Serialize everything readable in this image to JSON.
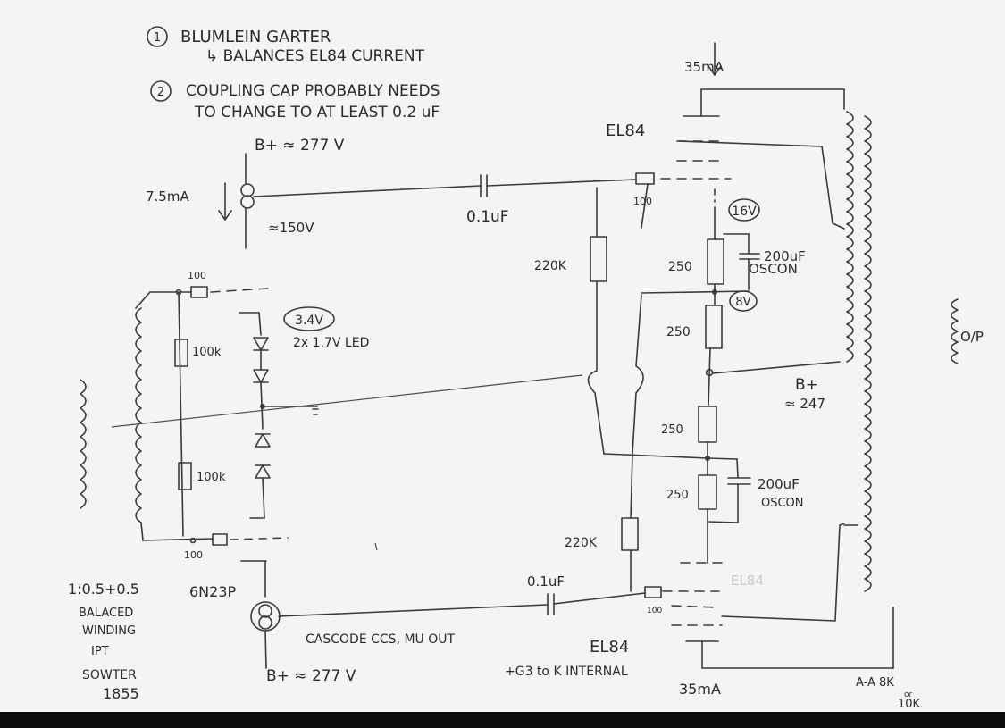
{
  "notes": {
    "note1_num": "1",
    "note1_line1": "BLUMLEIN GARTER",
    "note1_line2": "↳ BALANCES EL84 CURRENT",
    "note2_num": "2",
    "note2_line1": "COUPLING CAP PROBABLY NEEDS",
    "note2_line2": "TO CHANGE TO AT LEAST 0.2 uF"
  },
  "top": {
    "bplus": "B+ ≈ 277 V",
    "current_left": "7.5mA",
    "plate_voltage": "≈150V",
    "coupling_cap": "0.1uF",
    "current_right": "35mA",
    "tube": "EL84",
    "grid_stopper": "100"
  },
  "cathode": {
    "cap_voltage_top": "16V",
    "cap_voltage_mid": "8V",
    "r1": "250",
    "r2": "250",
    "r3": "250",
    "r4": "250",
    "cap1_line1": "200uF",
    "cap1_line2": "OSCON",
    "cap2_line1": "200uF",
    "cap2_line2": "OSCON",
    "grid_resistor_top": "220K",
    "grid_resistor_bottom": "220K",
    "bplus_right_line1": "B+",
    "bplus_right_line2": "≈ 247"
  },
  "input": {
    "grid_stopper_top": "100",
    "grid_stopper_bottom": "100",
    "r_top": "100k",
    "r_bottom": "100k",
    "led_voltage": "3.4V",
    "led_label": "2x 1.7V LED"
  },
  "bottom": {
    "transformer_line1": "1:0.5+0.5",
    "transformer_line2": "BALACED",
    "transformer_line3": "WINDING",
    "transformer_line4": "IPT",
    "transformer_line5": "SOWTER",
    "transformer_line6": "1855",
    "tube_6n": "6N23P",
    "ccs_note": "CASCODE CCS, MU OUT",
    "bplus": "B+ ≈ 277 V",
    "coupling_cap": "0.1uF",
    "grid_stopper": "100",
    "tube": "EL84",
    "g3_note": "+G3 to K INTERNAL",
    "current": "35mA",
    "load_line1": "A-A 8K",
    "load_line2": "or",
    "load_line3": "10K",
    "output": "O/P",
    "faint_tube": "EL84"
  }
}
